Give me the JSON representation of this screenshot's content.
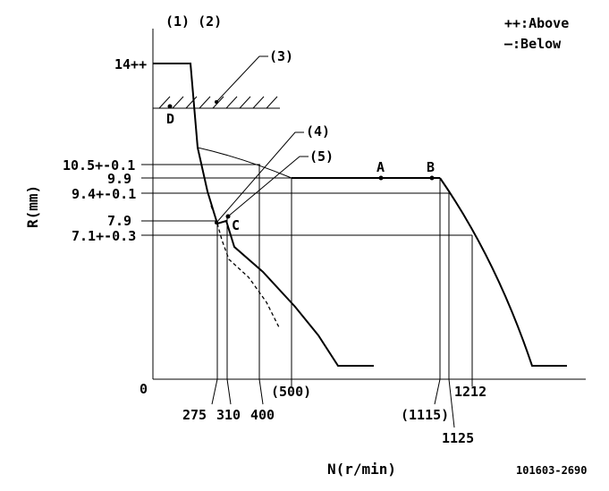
{
  "diagram": {
    "markers_top": "(1) (2)",
    "legend": {
      "above": "++:Above",
      "below": "—:Below"
    },
    "y_axis_label": "R(mm)",
    "x_axis_label": "N(r/min)",
    "figure_code": "101603-2690",
    "origin_label": "0",
    "y_ticks": {
      "t14": "14++",
      "t105": "10.5+-0.1",
      "t99": "9.9",
      "t94": "9.4+-0.1",
      "t79": "7.9",
      "t71": "7.1+-0.3"
    },
    "x_ticks": {
      "x275": "275",
      "x310": "310",
      "x400": "400",
      "x500": "(500)",
      "x1115": "(1115)",
      "x1125": "1125",
      "x1212": "1212"
    },
    "callouts": {
      "c3": "(3)",
      "c4": "(4)",
      "c5": "(5)"
    },
    "points": {
      "A": "A",
      "B": "B",
      "C": "C",
      "D": "D"
    }
  }
}
